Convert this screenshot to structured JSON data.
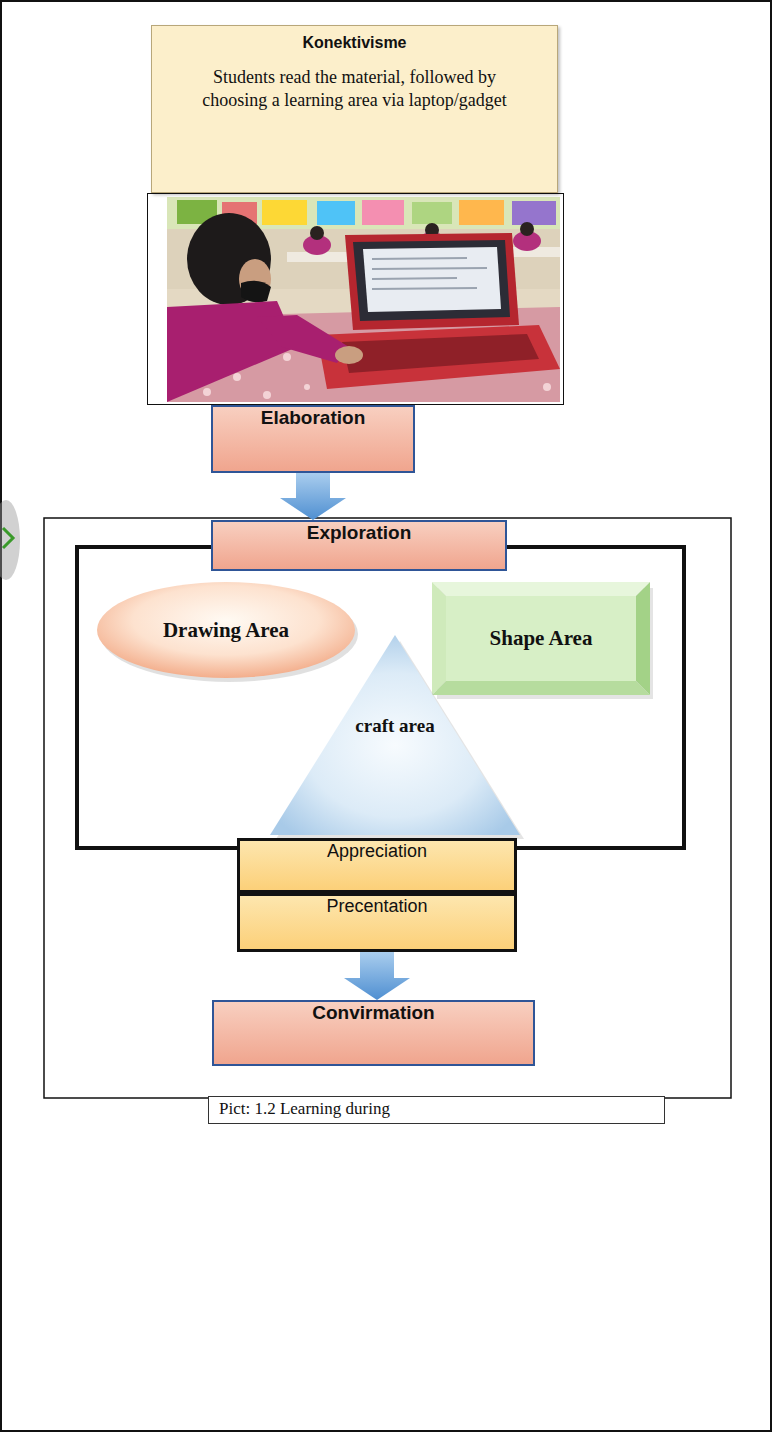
{
  "diagram": {
    "caption": "Pict: 1.2 Learning during",
    "nodes": [
      {
        "text": [
          "Konektivisme",
          "Students read the material, followed by choosing a learning area via laptop/gadget"
        ]
      },
      {
        "text": [
          "Elaboration"
        ]
      },
      {
        "text": [
          "Exploration"
        ]
      },
      {
        "text": [
          "Drawing Area"
        ]
      },
      {
        "text": [
          "Shape Area"
        ]
      },
      {
        "text": [
          "craft area"
        ]
      },
      {
        "text": [
          "Appreciation"
        ]
      },
      {
        "text": [
          "Precentation"
        ]
      },
      {
        "text": [
          "Convirmation"
        ]
      }
    ],
    "edges": [
      {
        "from": 1,
        "to": 2,
        "arrow": "to"
      },
      {
        "from": 7,
        "to": 8,
        "arrow": "to"
      }
    ]
  }
}
